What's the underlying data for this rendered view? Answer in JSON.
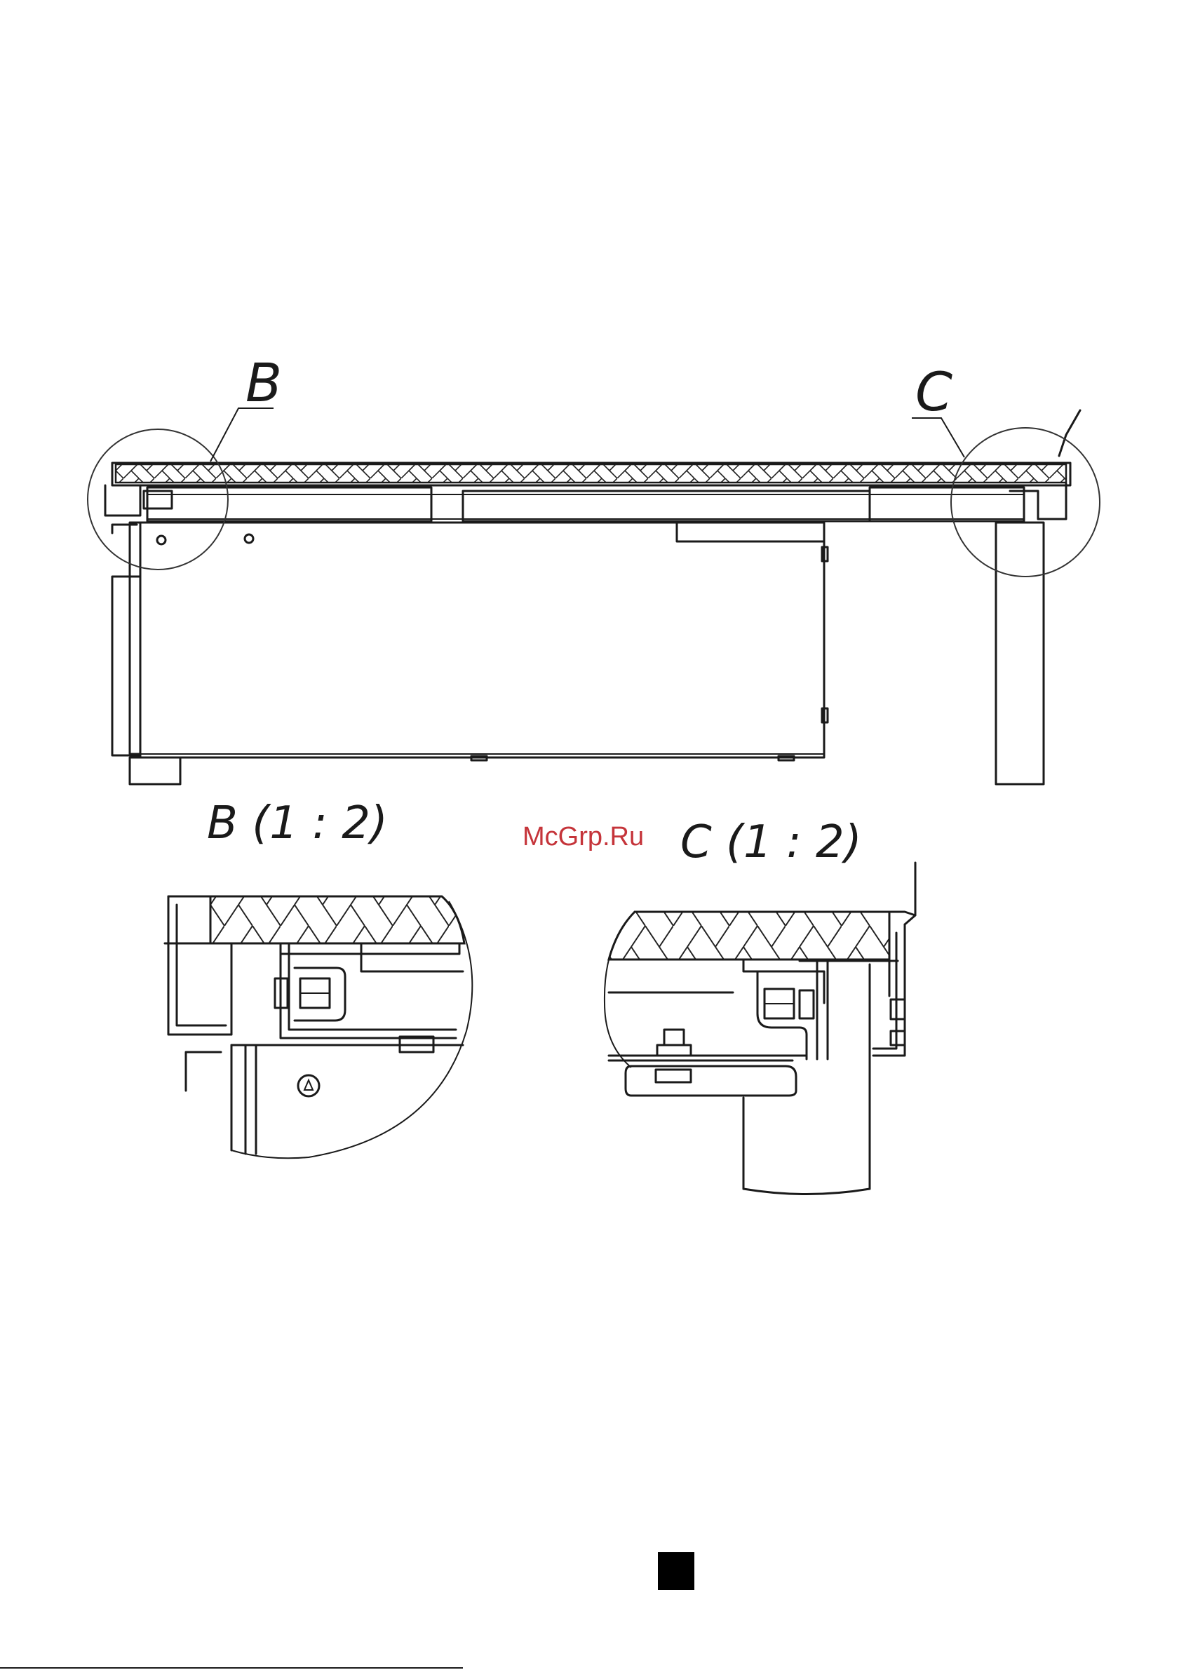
{
  "callouts": {
    "b_label": "B",
    "c_label": "C"
  },
  "details": {
    "b_title": "B  (1 : 2)",
    "c_title": "C  (1 : 2)"
  },
  "watermark": "McGrp.Ru",
  "colors": {
    "line": "#1a1a1a",
    "watermark": "#c5343a",
    "page_marker": "#000000"
  }
}
